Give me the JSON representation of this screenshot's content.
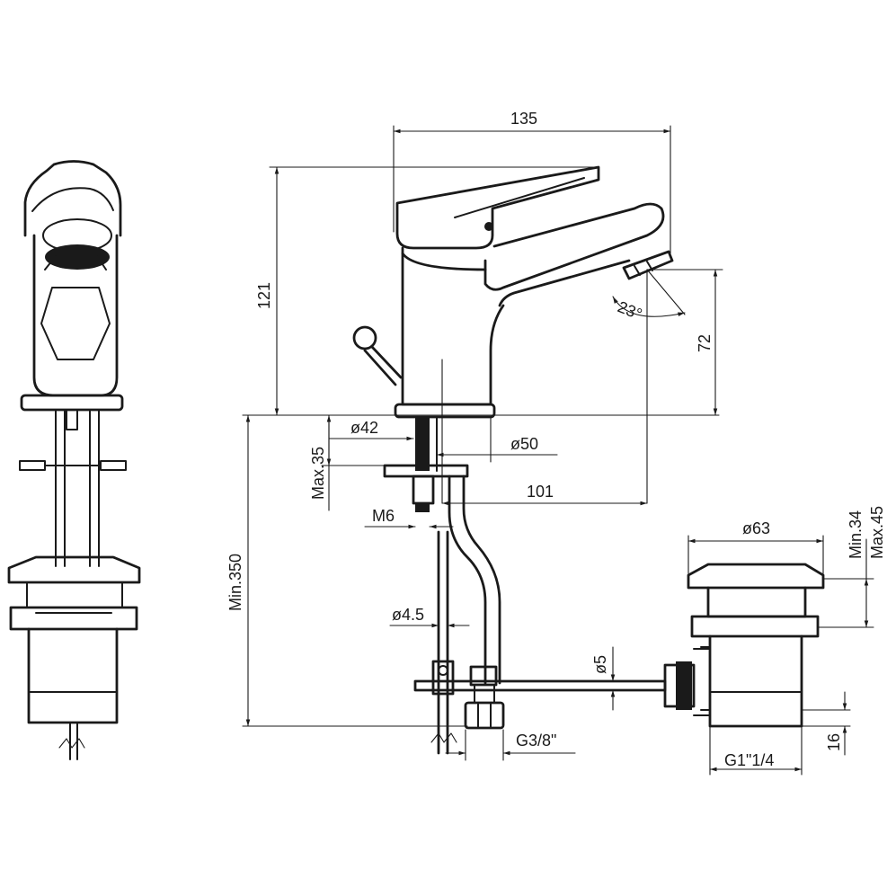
{
  "dimensions": {
    "overall_length": "135",
    "overall_height": "121",
    "spout_height": "72",
    "spout_angle": "23°",
    "hole_diameter": "ø42",
    "base_diameter": "ø50",
    "max_deck_thickness": "Max.35",
    "spout_reach": "101",
    "thread": "M6",
    "min_hose_length": "Min.350",
    "rod_diameter": "ø4.5",
    "lever_rod_diameter": "ø5",
    "hose_connection": "G3/8\"",
    "waste_cap_diameter": "ø63",
    "waste_min_height": "Min.34",
    "waste_max_height": "Max.45",
    "waste_thread": "G1\"1/4",
    "waste_thread_length": "16"
  }
}
